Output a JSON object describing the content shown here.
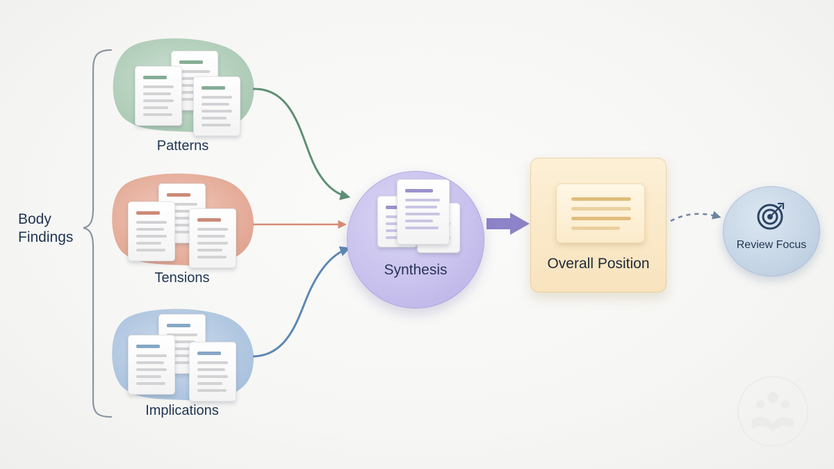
{
  "brace": {
    "label_line1": "Body",
    "label_line2": "Findings"
  },
  "groups": [
    {
      "label": "Patterns",
      "color": "#6f9f83"
    },
    {
      "label": "Tensions",
      "color": "#d98d78"
    },
    {
      "label": "Implications",
      "color": "#6b97c1"
    }
  ],
  "synthesis": {
    "label": "Synthesis",
    "color": "#c9c2ee"
  },
  "overall_position": {
    "label": "Overall Position",
    "color": "#f8e3bd"
  },
  "review_focus": {
    "label": "Review Focus",
    "icon": "target-icon",
    "color": "#c5d5e6"
  },
  "arrow_colors": {
    "patterns": "#5e8f72",
    "tensions": "#d98a73",
    "implications": "#5e88b3",
    "main": "#8c83c8",
    "dashed": "#6f85a0"
  }
}
